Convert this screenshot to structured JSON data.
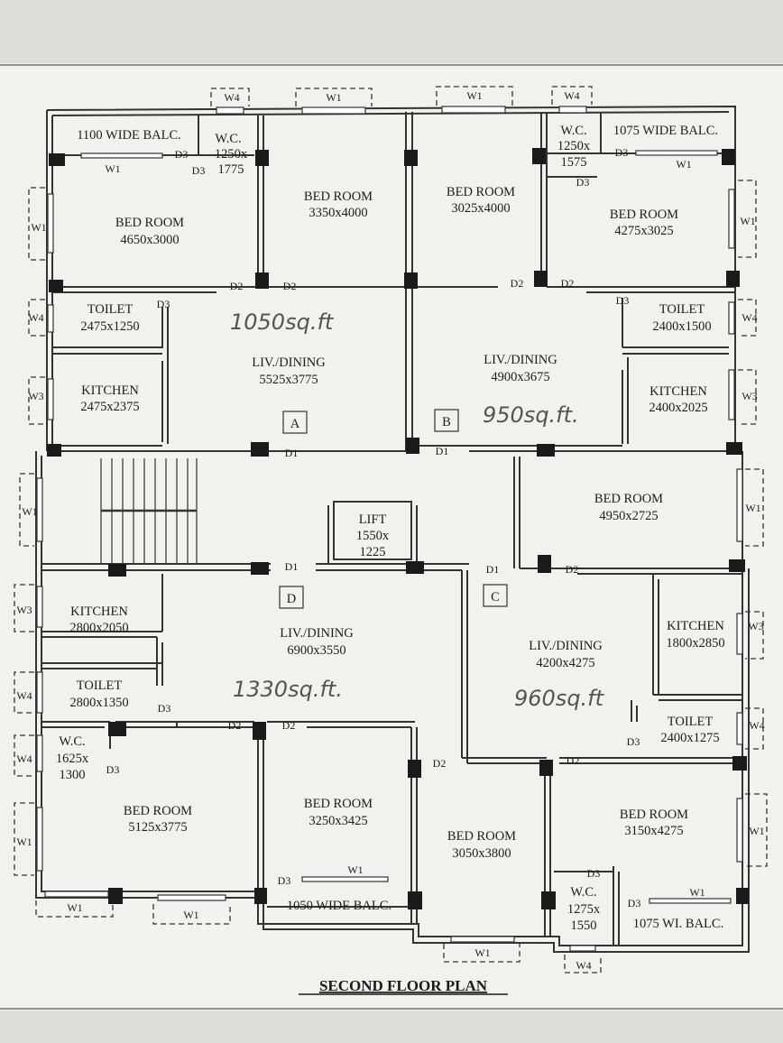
{
  "title": "SECOND FLOOR PLAN",
  "colors": {
    "paper": "#f1f1ef",
    "ink": "#1d1d1d",
    "pencil": "#555555"
  },
  "flats": {
    "A": {
      "label": "A",
      "area": "1050sq.ft"
    },
    "B": {
      "label": "B",
      "area": "950sq.ft."
    },
    "C": {
      "label": "C",
      "area": "960sq.ft"
    },
    "D": {
      "label": "D",
      "area": "1330sq.ft."
    }
  },
  "rooms": {
    "balc_a": "1100 WIDE BALC.",
    "wc_a_name": "W.C.",
    "wc_a_d1": "1250x",
    "wc_a_d2": "1775",
    "bed_a1_name": "BED ROOM",
    "bed_a1_dim": "4650x3000",
    "bed_a2_name": "BED ROOM",
    "bed_a2_dim": "3350x4000",
    "toilet_a_name": "TOILET",
    "toilet_a_dim": "2475x1250",
    "kitchen_a_name": "KITCHEN",
    "kitchen_a_dim": "2475x2375",
    "liv_a_name": "LIV./DINING",
    "liv_a_dim": "5525x3775",
    "bed_b1_name": "BED ROOM",
    "bed_b1_dim": "3025x4000",
    "wc_b_name": "W.C.",
    "wc_b_d1": "1250x",
    "wc_b_d2": "1575",
    "balc_b": "1075 WIDE BALC.",
    "bed_b2_name": "BED ROOM",
    "bed_b2_dim": "4275x3025",
    "toilet_b_name": "TOILET",
    "toilet_b_dim": "2400x1500",
    "liv_b_name": "LIV./DINING",
    "liv_b_dim": "4900x3675",
    "kitchen_b_name": "KITCHEN",
    "kitchen_b_dim": "2400x2025",
    "bed_c1_name": "BED ROOM",
    "bed_c1_dim": "4950x2725",
    "lift_name": "LIFT",
    "lift_d1": "1550x",
    "lift_d2": "1225",
    "kitchen_d_name": "KITCHEN",
    "kitchen_d_dim": "2800x2050",
    "liv_d_name": "LIV./DINING",
    "liv_d_dim": "6900x3550",
    "toilet_d_name": "TOILET",
    "toilet_d_dim": "2800x1350",
    "wc_d_name": "W.C.",
    "wc_d_d1": "1625x",
    "wc_d_d2": "1300",
    "bed_d1_name": "BED ROOM",
    "bed_d1_dim": "5125x3775",
    "bed_d2_name": "BED ROOM",
    "bed_d2_dim": "3250x3425",
    "balc_d": "1050 WIDE BALC.",
    "bed_c2_name": "BED ROOM",
    "bed_c2_dim": "3050x3800",
    "liv_c_name": "LIV./DINING",
    "liv_c_dim": "4200x4275",
    "kitchen_c_name": "KITCHEN",
    "kitchen_c_dim": "1800x2850",
    "toilet_c_name": "TOILET",
    "toilet_c_dim": "2400x1275",
    "bed_c3_name": "BED ROOM",
    "bed_c3_dim": "3150x4275",
    "wc_c_name": "W.C.",
    "wc_c_d1": "1275x",
    "wc_c_d2": "1550",
    "balc_c": "1075 WI. BALC."
  },
  "tags": {
    "w1": "W1",
    "w3": "W3",
    "w4": "W4",
    "d1": "D1",
    "d2": "D2",
    "d3": "D3"
  }
}
